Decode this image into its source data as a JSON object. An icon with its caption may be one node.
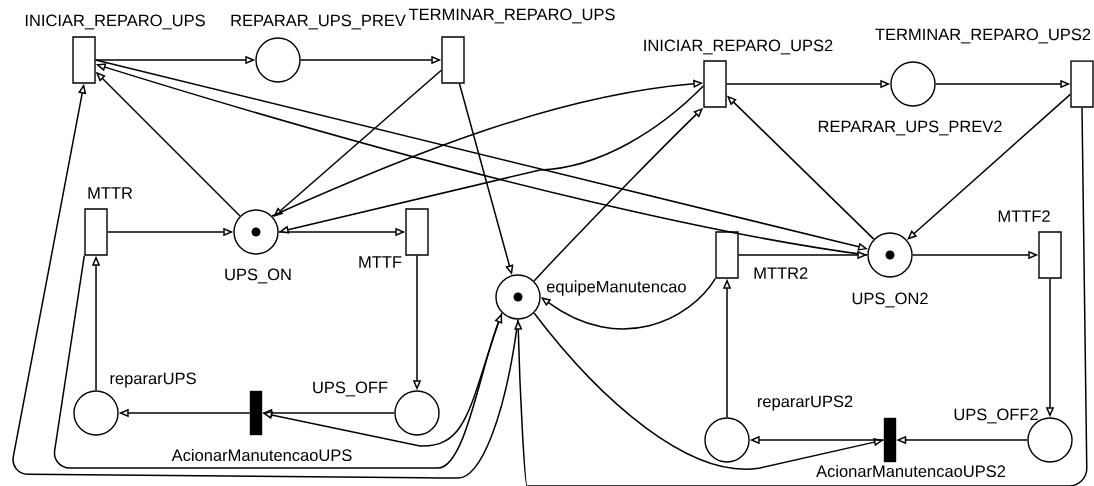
{
  "diagram": {
    "nodes": [
      {
        "text": [],
        "shape": "box",
        "beside": [
          "INICIAR_REPARO_UPS"
        ]
      },
      {
        "text": [],
        "shape": "circle",
        "beside": [
          "REPARAR_UPS_PREV"
        ]
      },
      {
        "text": [],
        "shape": "box",
        "beside": [
          "TERMINAR_REPARO_UPS"
        ]
      },
      {
        "text": [],
        "shape": "box",
        "beside": [
          "INICIAR_REPARO_UPS2"
        ]
      },
      {
        "text": [],
        "shape": "circle",
        "beside": [
          "REPARAR_UPS_PREV2"
        ]
      },
      {
        "text": [],
        "shape": "box",
        "beside": [
          "TERMINAR_REPARO_UPS2"
        ]
      },
      {
        "text": [],
        "shape": "box",
        "beside": [
          "MTTR"
        ]
      },
      {
        "text": [],
        "shape": "circle",
        "beside": [
          "UPS_ON"
        ]
      },
      {
        "text": [],
        "shape": "box",
        "beside": [
          "MTTF"
        ]
      },
      {
        "text": [],
        "shape": "circle",
        "beside": [
          "equipeManutencao"
        ]
      },
      {
        "text": [],
        "shape": "box",
        "beside": [
          "MTTR2"
        ]
      },
      {
        "text": [],
        "shape": "circle",
        "beside": [
          "UPS_ON2"
        ]
      },
      {
        "text": [],
        "shape": "box",
        "beside": [
          "MTTF2"
        ]
      },
      {
        "text": [],
        "shape": "circle",
        "beside": [
          "repararUPS"
        ]
      },
      {
        "text": [],
        "shape": "circle",
        "beside": [
          "UPS_OFF"
        ]
      },
      {
        "text": [],
        "shape": "bar",
        "beside": [
          "AcionarManutencaoUPS"
        ]
      },
      {
        "text": [],
        "shape": "circle",
        "beside": [
          "repararUPS2"
        ]
      },
      {
        "text": [],
        "shape": "circle",
        "beside": [
          "UPS_OFF2"
        ]
      },
      {
        "text": [],
        "shape": "bar",
        "beside": [
          "AcionarManutencaoUPS2"
        ]
      },
      {
        "text": [],
        "shape": "dot",
        "in": 7
      },
      {
        "text": [],
        "shape": "dot",
        "in": 9
      },
      {
        "text": [],
        "shape": "dot",
        "in": 11
      }
    ],
    "edges": [
      {
        "from": 0,
        "to": 1,
        "arrow": "to"
      },
      {
        "from": 1,
        "to": 2,
        "arrow": "to"
      },
      {
        "from": 3,
        "to": 4,
        "arrow": "to"
      },
      {
        "from": 4,
        "to": 5,
        "arrow": "to"
      },
      {
        "from": 2,
        "to": 7,
        "arrow": "to"
      },
      {
        "from": 2,
        "to": 9,
        "arrow": "to"
      },
      {
        "from": 7,
        "to": 0,
        "arrow": "to"
      },
      {
        "from": 6,
        "to": 7,
        "arrow": "to"
      },
      {
        "from": 7,
        "to": 8,
        "arrow": "to"
      },
      {
        "from": 8,
        "to": 14,
        "arrow": "to"
      },
      {
        "from": 14,
        "to": 15,
        "arrow": "to"
      },
      {
        "from": 15,
        "to": 13,
        "arrow": "to"
      },
      {
        "from": 13,
        "to": 6,
        "arrow": "to"
      },
      {
        "from": 9,
        "to": 15,
        "arrow": "to"
      },
      {
        "from": 6,
        "to": 9,
        "arrow": "to"
      },
      {
        "from": 9,
        "to": 0,
        "arrow": "to"
      },
      {
        "from": 5,
        "to": 9,
        "arrow": "to"
      },
      {
        "from": 7,
        "to": 3,
        "arrow": "to"
      },
      {
        "from": 3,
        "to": 7,
        "arrow": "to"
      },
      {
        "from": 9,
        "to": 3,
        "arrow": "to"
      },
      {
        "from": 11,
        "to": 3,
        "arrow": "to"
      },
      {
        "from": 5,
        "to": 11,
        "arrow": "to"
      },
      {
        "from": 0,
        "to": 11,
        "arrow": "to"
      },
      {
        "from": 11,
        "to": 0,
        "arrow": "to"
      },
      {
        "from": 10,
        "to": 9,
        "arrow": "to"
      },
      {
        "from": 9,
        "to": 18,
        "arrow": "to"
      },
      {
        "from": 11,
        "to": 12,
        "arrow": "to"
      },
      {
        "from": 12,
        "to": 17,
        "arrow": "to"
      },
      {
        "from": 17,
        "to": 18,
        "arrow": "to"
      },
      {
        "from": 18,
        "to": 16,
        "arrow": "to"
      },
      {
        "from": 16,
        "to": 10,
        "arrow": "to"
      },
      {
        "from": 10,
        "to": 11,
        "arrow": "to"
      }
    ]
  }
}
